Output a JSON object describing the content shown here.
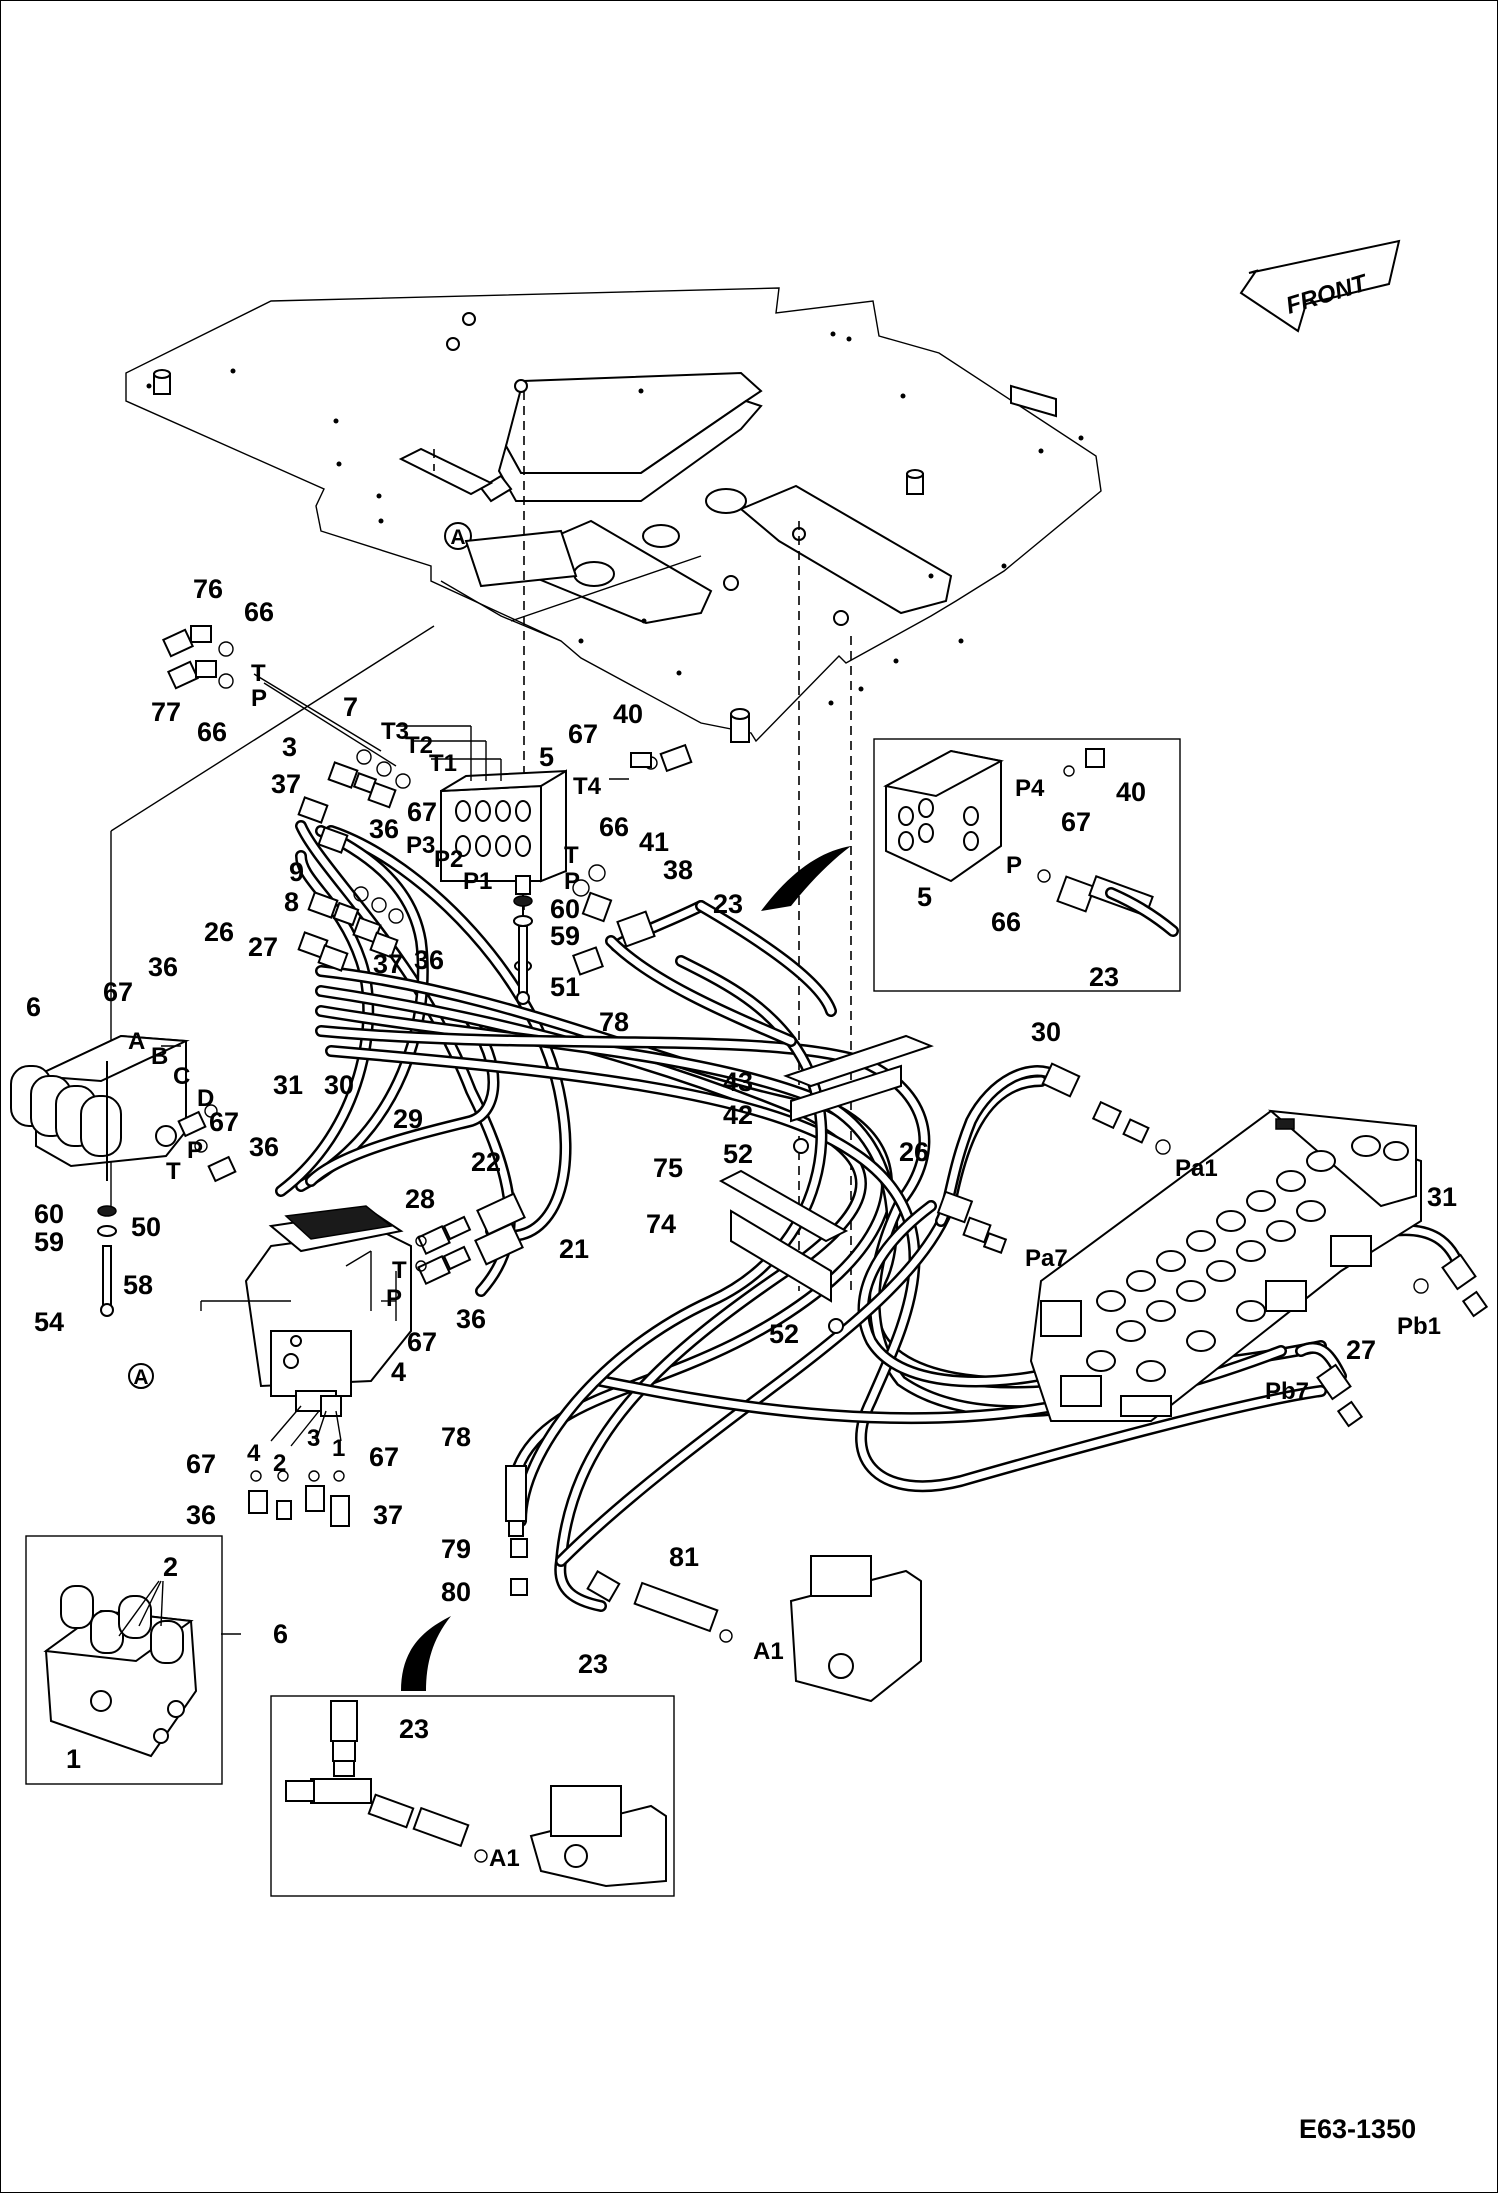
{
  "figure": {
    "code": "E63-1350",
    "front_label": "FRONT",
    "view_marker": "A"
  },
  "callouts": {
    "p76": "76",
    "p66a": "66",
    "p77": "77",
    "p66b": "66",
    "t_top": "T",
    "p_top": "P",
    "p7": "7",
    "p3a": "3",
    "p37a": "37",
    "p36a": "36",
    "p67a": "67",
    "t3": "T3",
    "t2": "T2",
    "t1": "T1",
    "p3": "P3",
    "p2": "P2",
    "p1": "P1",
    "p5": "5",
    "p67b": "67",
    "t4": "T4",
    "p40": "40",
    "p66c": "66",
    "p41": "41",
    "t_man": "T",
    "p_man": "P",
    "p38": "38",
    "p23a": "23",
    "p60a": "60",
    "p59a": "59",
    "p51": "51",
    "p9": "9",
    "p8": "8",
    "p37b": "37",
    "p36b": "36",
    "p78a": "78",
    "p26a": "26",
    "p27a": "27",
    "p36c": "36",
    "p6a": "6",
    "p67c": "67",
    "pa": "A",
    "pb": "B",
    "pc": "C",
    "pd": "D",
    "p31a": "31",
    "p30a": "30",
    "p29": "29",
    "p67d": "67",
    "p36d": "36",
    "t_sv": "T",
    "p_sv": "P",
    "p28": "28",
    "p22": "22",
    "p21": "21",
    "p60b": "60",
    "p59b": "59",
    "p50": "50",
    "p58": "58",
    "p54": "54",
    "t_pv": "T",
    "p_pv": "P",
    "p67e": "67",
    "p36e": "36",
    "p4a": "4",
    "n4": "4",
    "n2": "2",
    "n3": "3",
    "n1": "1",
    "p67f": "67",
    "p67g": "67",
    "p36f": "36",
    "p37c": "37",
    "p43": "43",
    "p42": "42",
    "p52a": "52",
    "p75": "75",
    "p74": "74",
    "p52b": "52",
    "p30b": "30",
    "pa1": "Pa1",
    "p26b": "26",
    "pa7": "Pa7",
    "p31b": "31",
    "pb1": "Pb1",
    "p27b": "27",
    "pb7": "Pb7",
    "p78b": "78",
    "p79": "79",
    "p80": "80",
    "p81": "81",
    "a1": "A1",
    "p23b": "23",
    "i_p4": "P4",
    "i_40": "40",
    "i_67": "67",
    "i_5": "5",
    "i_p": "P",
    "i_66": "66",
    "i_23": "23",
    "i2_2": "2",
    "i2_6": "6",
    "i2_1": "1",
    "i3_23": "23",
    "i3_a1": "A1"
  }
}
